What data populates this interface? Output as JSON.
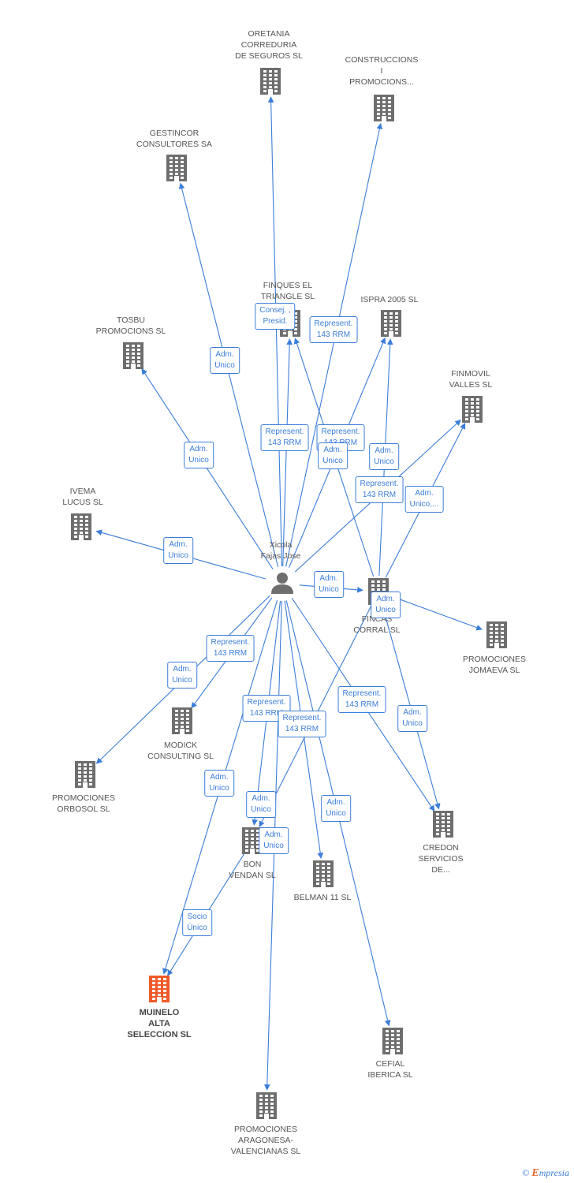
{
  "diagram": {
    "center": {
      "id": "person",
      "label": [
        "Xicola",
        "Fajas Jose"
      ],
      "icon": "person-icon"
    },
    "nodes": [
      {
        "id": "oretania",
        "label": [
          "ORETANIA",
          "CORREDURIA",
          "DE SEGUROS SL"
        ],
        "icon": "building-icon"
      },
      {
        "id": "construccions",
        "label": [
          "CONSTRUCCIONS",
          "I",
          "PROMOCIONS..."
        ],
        "icon": "building-icon"
      },
      {
        "id": "gestincor",
        "label": [
          "GESTINCOR",
          "CONSULTORES SA"
        ],
        "icon": "building-icon"
      },
      {
        "id": "finques",
        "label": [
          "FINQUES EL",
          "TRIANGLE SL"
        ],
        "icon": "building-icon"
      },
      {
        "id": "ispra",
        "label": [
          "ISPRA 2005 SL"
        ],
        "icon": "building-icon"
      },
      {
        "id": "tosbu",
        "label": [
          "TOSBU",
          "PROMOCIONS SL"
        ],
        "icon": "building-icon"
      },
      {
        "id": "finmovil",
        "label": [
          "FINMOVIL",
          "VALLES SL"
        ],
        "icon": "building-icon"
      },
      {
        "id": "ivema",
        "label": [
          "IVEMA",
          "LUCUS SL"
        ],
        "icon": "building-icon"
      },
      {
        "id": "fincas",
        "label": [
          "FINCAS",
          "CORRAL SL"
        ],
        "icon": "building-icon"
      },
      {
        "id": "jomaeva",
        "label": [
          "PROMOCIONES",
          "JOMAEVA SL"
        ],
        "icon": "building-icon"
      },
      {
        "id": "modick",
        "label": [
          "MODICK",
          "CONSULTING SL"
        ],
        "icon": "building-icon"
      },
      {
        "id": "orbosol",
        "label": [
          "PROMOCIONES",
          "ORBOSOL SL"
        ],
        "icon": "building-icon"
      },
      {
        "id": "credon",
        "label": [
          "CREDON",
          "SERVICIOS",
          "DE..."
        ],
        "icon": "building-icon"
      },
      {
        "id": "bon",
        "label": [
          "BON",
          "VENDAN SL"
        ],
        "icon": "building-icon"
      },
      {
        "id": "belman",
        "label": [
          "BELMAN 11 SL"
        ],
        "icon": "building-icon"
      },
      {
        "id": "muinelo",
        "label": [
          "MUINELO",
          "ALTA",
          "SELECCION SL"
        ],
        "icon": "building-icon",
        "highlight": true
      },
      {
        "id": "cefial",
        "label": [
          "CEFIAL",
          "IBERICA SL"
        ],
        "icon": "building-icon"
      },
      {
        "id": "aragonesa",
        "label": [
          "PROMOCIONES",
          "ARAGONESA-",
          "VALENCIANAS SL"
        ],
        "icon": "building-icon"
      }
    ],
    "edges": [
      {
        "from": "person",
        "to": "oretania"
      },
      {
        "from": "person",
        "to": "construccions"
      },
      {
        "from": "person",
        "to": "gestincor"
      },
      {
        "from": "person",
        "to": "finques"
      },
      {
        "from": "person",
        "to": "ispra"
      },
      {
        "from": "person",
        "to": "tosbu"
      },
      {
        "from": "person",
        "to": "finmovil"
      },
      {
        "from": "person",
        "to": "ivema"
      },
      {
        "from": "person",
        "to": "fincas"
      },
      {
        "from": "person",
        "to": "modick"
      },
      {
        "from": "person",
        "to": "orbosol"
      },
      {
        "from": "person",
        "to": "credon"
      },
      {
        "from": "person",
        "to": "bon"
      },
      {
        "from": "person",
        "to": "belman"
      },
      {
        "from": "person",
        "to": "muinelo"
      },
      {
        "from": "person",
        "to": "cefial"
      },
      {
        "from": "person",
        "to": "aragonesa"
      },
      {
        "from": "fincas",
        "to": "finques"
      },
      {
        "from": "fincas",
        "to": "ispra"
      },
      {
        "from": "fincas",
        "to": "finmovil"
      },
      {
        "from": "fincas",
        "to": "jomaeva"
      },
      {
        "from": "fincas",
        "to": "credon"
      },
      {
        "from": "fincas",
        "to": "bon"
      },
      {
        "from": "bon",
        "to": "muinelo"
      }
    ],
    "edge_labels": [
      {
        "id": "consej",
        "text": [
          "Consej. ,",
          "Presid."
        ]
      },
      {
        "id": "rep-finques",
        "text": [
          "Represent.",
          "143 RRM"
        ]
      },
      {
        "id": "adm-gestincor",
        "text": [
          "Adm.",
          "Unico"
        ]
      },
      {
        "id": "adm-tosbu",
        "text": [
          "Adm.",
          "Unico"
        ]
      },
      {
        "id": "rep-construccions",
        "text": [
          "Represent.",
          "143 RRM"
        ]
      },
      {
        "id": "rep-ispra",
        "text": [
          "Represent.",
          "143 RRM"
        ]
      },
      {
        "id": "adm-ispra",
        "text": [
          "Adm.",
          "Unico"
        ]
      },
      {
        "id": "adm-ispra-2",
        "text": [
          "Adm.",
          "Unico"
        ]
      },
      {
        "id": "rep-finmovil",
        "text": [
          "Represent.",
          "143 RRM"
        ]
      },
      {
        "id": "adm-finmovil",
        "text": [
          "Adm.",
          "Unico,..."
        ]
      },
      {
        "id": "adm-ivema",
        "text": [
          "Adm.",
          "Unico"
        ]
      },
      {
        "id": "adm-fincas",
        "text": [
          "Adm.",
          "Unico"
        ]
      },
      {
        "id": "adm-jomaeva",
        "text": [
          "Adm.",
          "Unico"
        ]
      },
      {
        "id": "rep-modick",
        "text": [
          "Represent.",
          "143 RRM"
        ]
      },
      {
        "id": "adm-orbosol",
        "text": [
          "Adm.",
          "Unico"
        ]
      },
      {
        "id": "rep-bon",
        "text": [
          "Represent.",
          "143 RRM"
        ]
      },
      {
        "id": "rep-belman",
        "text": [
          "Represent.",
          "143 RRM"
        ]
      },
      {
        "id": "rep-credon",
        "text": [
          "Represent.",
          "143 RRM"
        ]
      },
      {
        "id": "adm-credon",
        "text": [
          "Adm.",
          "Unico"
        ]
      },
      {
        "id": "adm-muinelo",
        "text": [
          "Adm.",
          "Unico"
        ]
      },
      {
        "id": "adm-bon",
        "text": [
          "Adm.",
          "Unico"
        ]
      },
      {
        "id": "adm-bon-2",
        "text": [
          "Adm.",
          "Unico"
        ]
      },
      {
        "id": "adm-cefial",
        "text": [
          "Adm.",
          "Unico"
        ]
      },
      {
        "id": "socio",
        "text": [
          "Socio",
          "Único"
        ]
      }
    ],
    "colors": {
      "edge": "#3b7dd8",
      "icon": "#6e6e6e",
      "highlight": "#f05a28",
      "text": "#555555"
    }
  },
  "footer": {
    "copyright": "©",
    "brand_initial": "E",
    "brand_rest": "mpresia"
  }
}
